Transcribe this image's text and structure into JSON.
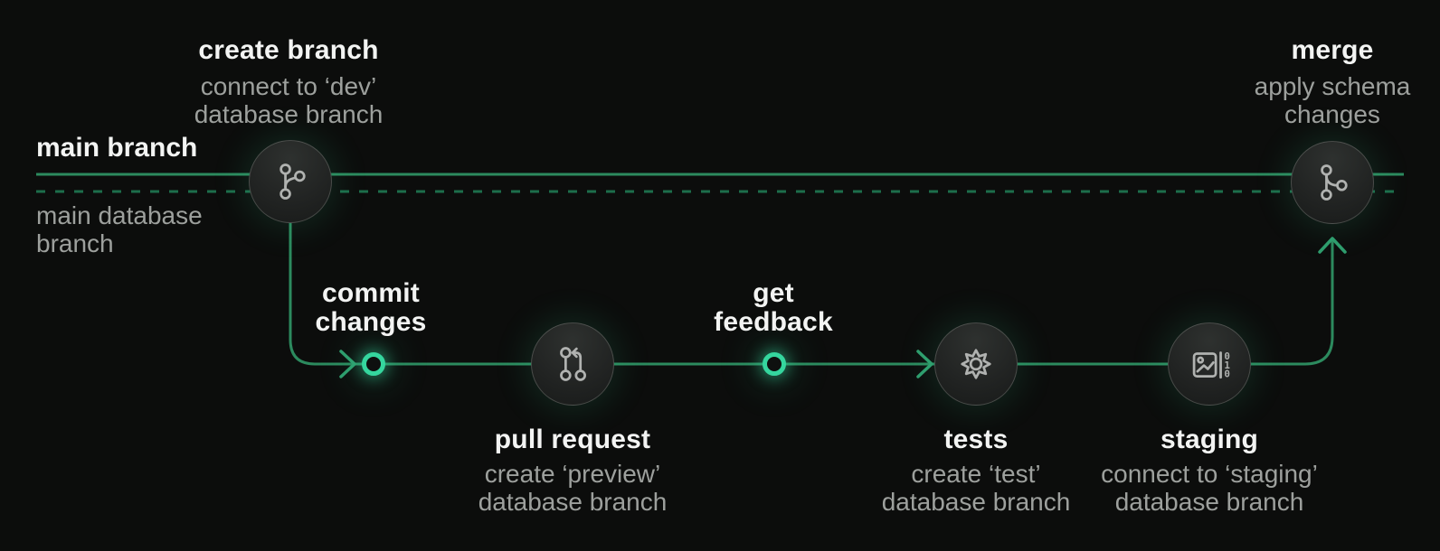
{
  "diagram": {
    "lanes": {
      "main_branch_label": "main branch",
      "main_database_label_line1": "main database",
      "main_database_label_line2": "branch"
    },
    "stages": {
      "create_branch": {
        "title": "create branch",
        "subtitle_line1": "connect to ‘dev’",
        "subtitle_line2": "database branch",
        "icon": "git-branch-icon"
      },
      "commit_changes": {
        "title_line1": "commit",
        "title_line2": "changes"
      },
      "pull_request": {
        "title": "pull request",
        "subtitle_line1": "create ‘preview’",
        "subtitle_line2": "database branch",
        "icon": "git-pull-request-icon"
      },
      "get_feedback": {
        "title_line1": "get",
        "title_line2": "feedback"
      },
      "tests": {
        "title": "tests",
        "subtitle_line1": "create ‘test’",
        "subtitle_line2": "database branch",
        "icon": "gear-icon"
      },
      "staging": {
        "title": "staging",
        "subtitle_line1": "connect to ‘staging’",
        "subtitle_line2": "database branch",
        "icon": "staging-data-icon",
        "icon_digits": [
          "0",
          "1",
          "0"
        ]
      },
      "merge": {
        "title": "merge",
        "subtitle_line1": "apply schema",
        "subtitle_line2": "changes",
        "icon": "git-merge-icon"
      }
    },
    "colors": {
      "background": "#0c0d0c",
      "solid_line_green": "#2c8a5e",
      "dashed_line_green": "#1d6e4b",
      "arrow_green": "#2f9d6d",
      "milestone_accent": "#35d69e",
      "title_text": "#f3f4f3",
      "subtitle_text": "#9da09d",
      "node_border_gray": "#7d817d",
      "icon_gray": "#b0b2b0"
    }
  }
}
